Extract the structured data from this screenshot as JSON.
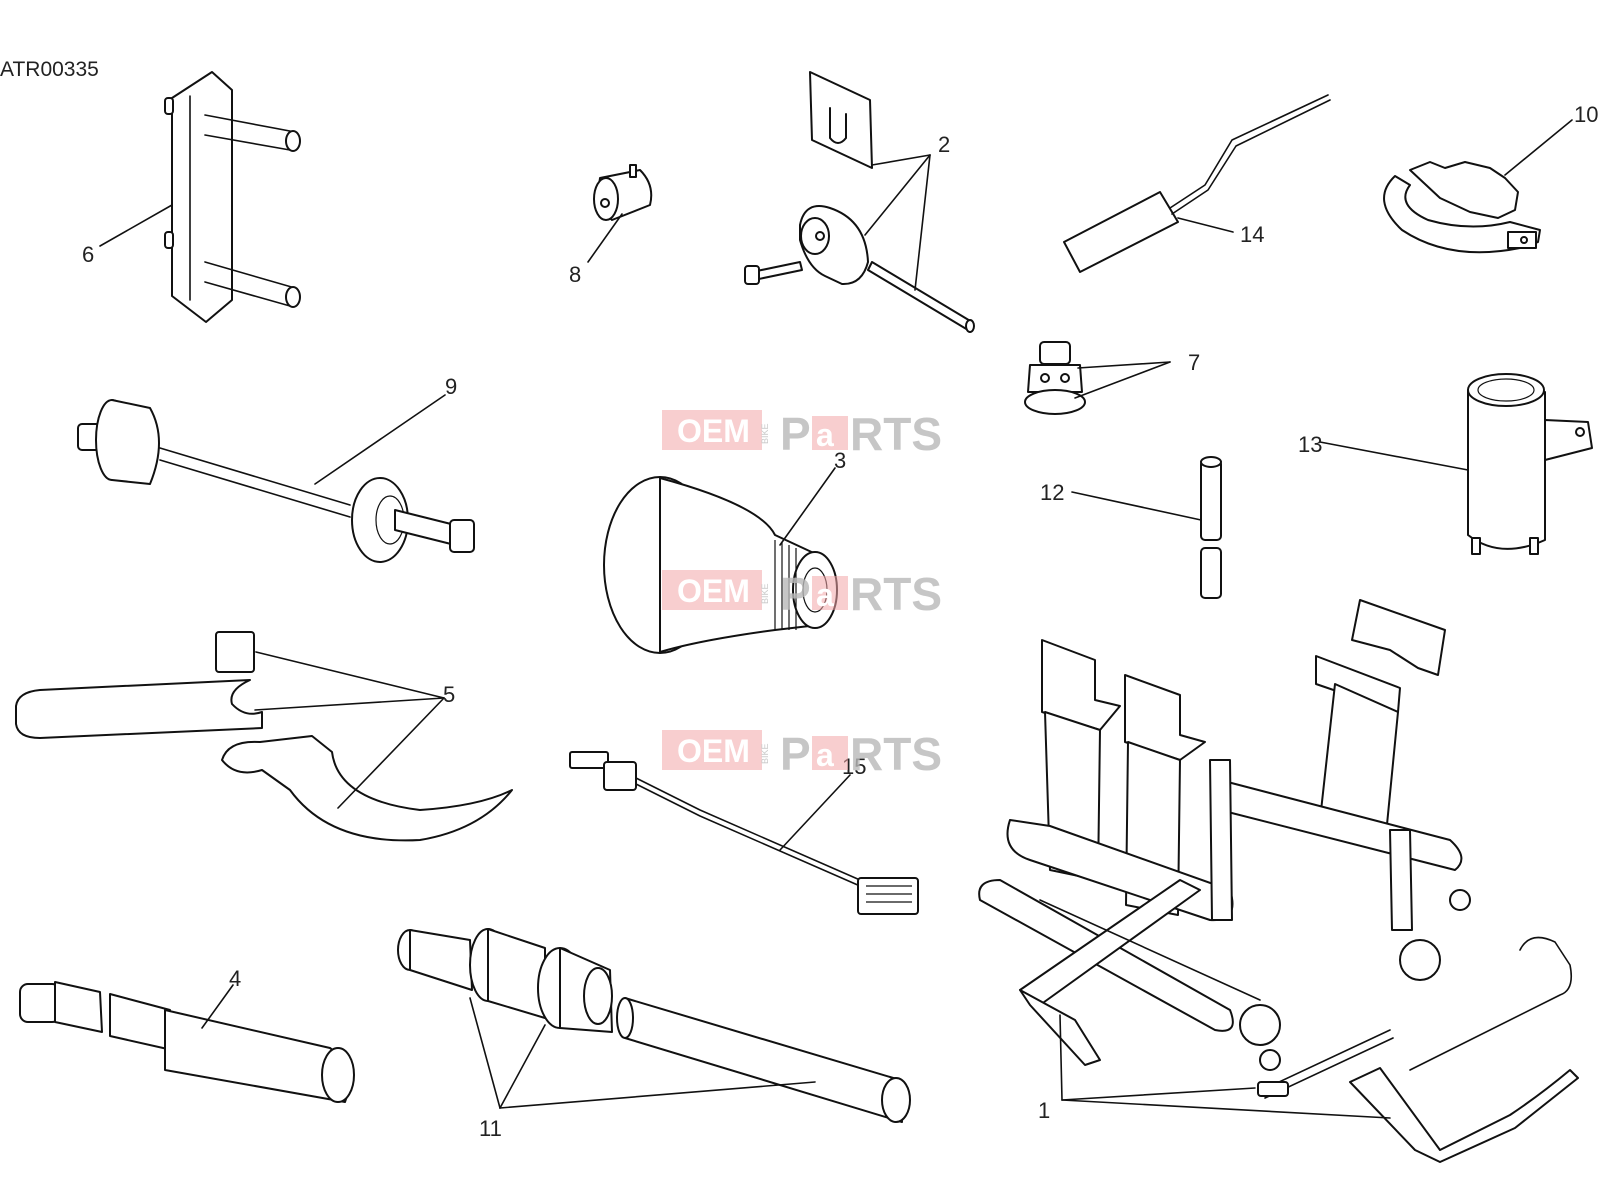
{
  "drawing_code": "ATR00335",
  "callouts": {
    "c1": "1",
    "c2": "2",
    "c3": "3",
    "c4": "4",
    "c5": "5",
    "c6": "6",
    "c7": "7",
    "c8": "8",
    "c9": "9",
    "c10": "10",
    "c11": "11",
    "c12": "12",
    "c13": "13",
    "c14": "14",
    "c15": "15"
  },
  "watermark": {
    "oem": "OEM",
    "bike": "BIKE",
    "parts_p": "P",
    "parts_a": "a",
    "parts_rest": "RTS"
  }
}
